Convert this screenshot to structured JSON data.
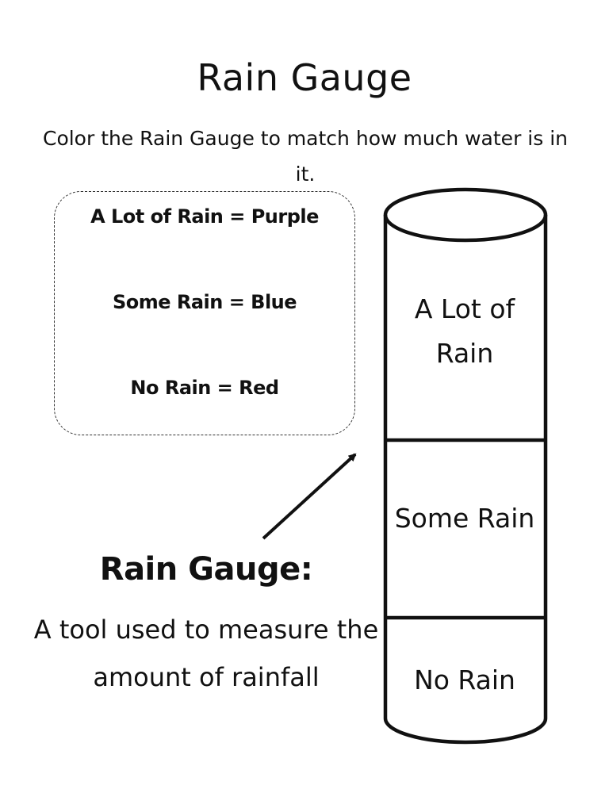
{
  "title": "Rain Gauge",
  "instructions": "Color the Rain Gauge to match how much water is in it.",
  "key": {
    "purple": "A Lot of Rain = Purple",
    "blue": "Some Rain = Blue",
    "red": "No Rain = Red"
  },
  "gauge": {
    "sections": {
      "top": "A Lot of Rain",
      "middle": "Some Rain",
      "bottom": "No Rain"
    }
  },
  "definition": {
    "heading": "Rain Gauge:",
    "text": "A tool used to measure the amount of rainfall"
  },
  "colors": {
    "ink": "#111111",
    "background": "#ffffff"
  }
}
